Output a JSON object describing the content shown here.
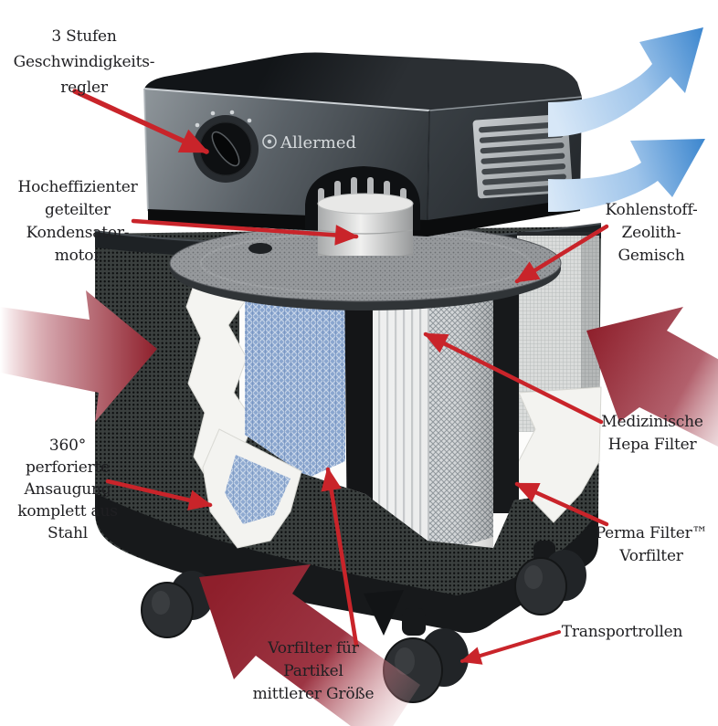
{
  "brand": {
    "name": "Allermed"
  },
  "annotations": {
    "speed_control": "3 Stufen\nGeschwindigkeits-\nregler",
    "motor": "Hocheffizienter\ngeteilter\nKondensator-\nmotor",
    "carbon_zeolite": "Kohlenstoff-\nZeolith-\nGemisch",
    "hepa_filter": "Medizinische\nHepa Filter",
    "perma_filter": "Perma Filter™\nVorfilter",
    "steel_intake": "360°\nperforierte\nAnsaugung\nkomplett aus\nStahl",
    "particle_prefilter": "Vorfilter für\nPartikel\nmittlerer Größe",
    "casters": "Transportrollen"
  },
  "colors": {
    "annotation_text": "#1f1f22",
    "pointer_arrow": "#c9242a",
    "intake_arrow": "#8e1f2b",
    "airflow_arrow": "#4b90d3",
    "background": "#ffffff"
  }
}
